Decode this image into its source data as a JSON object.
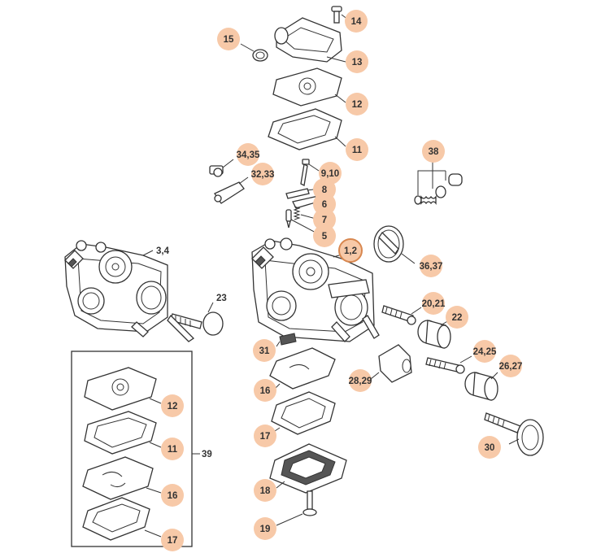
{
  "callouts": {
    "c14": "14",
    "c15": "15",
    "c13": "13",
    "c12a": "12",
    "c11a": "11",
    "c38": "38",
    "c3435": "34,35",
    "c3233": "32,33",
    "c910": "9,10",
    "c8": "8",
    "c6": "6",
    "c7": "7",
    "c5": "5",
    "c12b": "1,2",
    "c3637": "36,37",
    "c34": "3,4",
    "c23": "23",
    "c2021": "20,21",
    "c22": "22",
    "c31": "31",
    "c2425": "24,25",
    "c2627": "26,27",
    "c16a": "16",
    "c2829": "28,29",
    "c17a": "17",
    "c30": "30",
    "c18": "18",
    "c19": "19",
    "c12c": "12",
    "c11b": "11",
    "c39": "39",
    "c16b": "16",
    "c17b": "17"
  },
  "colors": {
    "callout_fill": "#F7C9A8",
    "callout_stroke": "#D8874F",
    "line": "#333333"
  }
}
